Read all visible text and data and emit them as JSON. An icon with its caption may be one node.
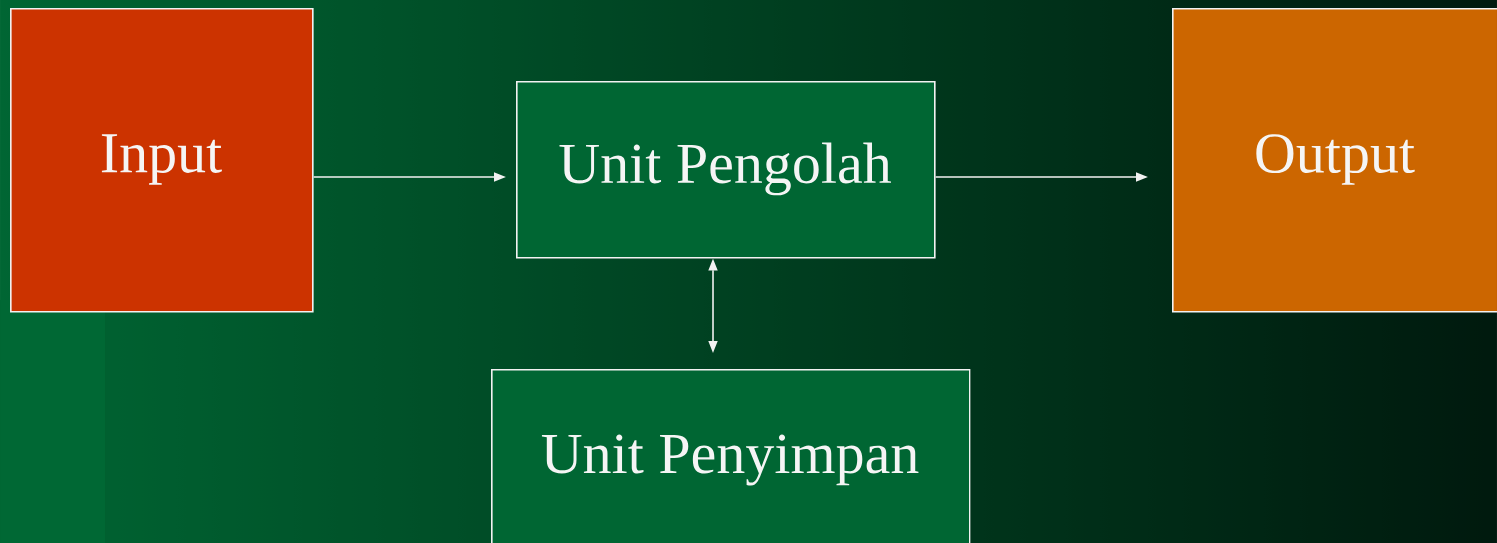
{
  "diagram": {
    "nodes": [
      {
        "text": [
          "Input"
        ]
      },
      {
        "text": [
          "Unit Pengolah"
        ]
      },
      {
        "text": [
          "Output"
        ]
      },
      {
        "text": [
          "Unit Penyimpan"
        ]
      }
    ],
    "edges": [
      {
        "from": 0,
        "to": 1,
        "arrow": "to"
      },
      {
        "from": 1,
        "to": 2,
        "arrow": "to"
      },
      {
        "from": 1,
        "to": 3,
        "arrow": "both"
      }
    ]
  }
}
